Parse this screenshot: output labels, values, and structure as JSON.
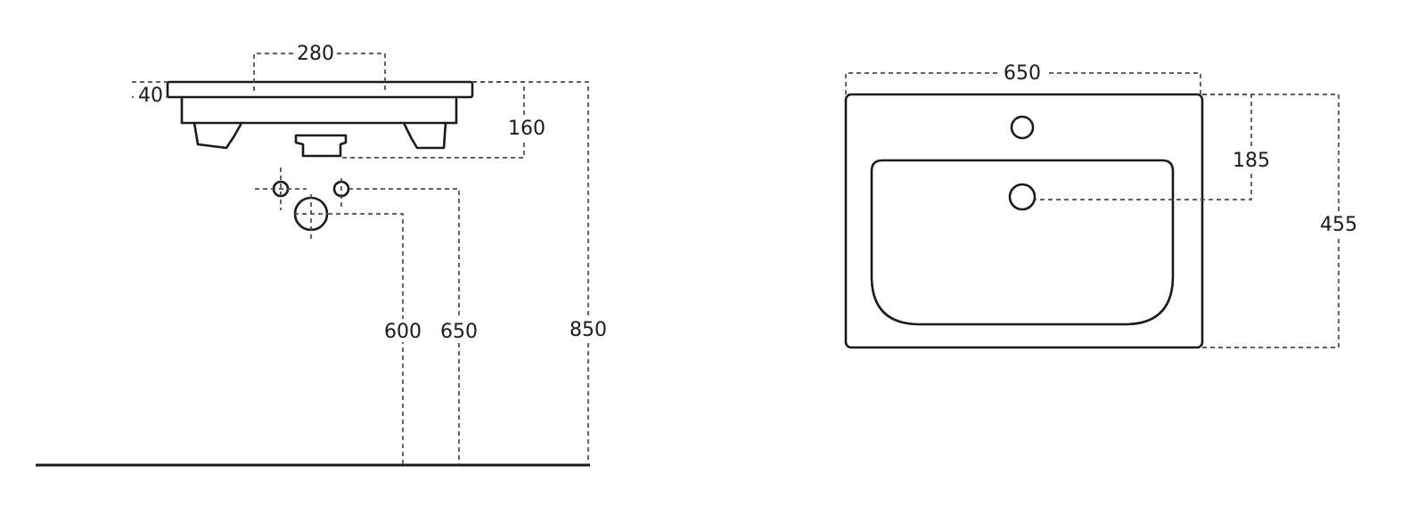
{
  "side_view": {
    "dimensions": {
      "tap_spacing": "280",
      "rim_thickness": "40",
      "basin_depth": "160",
      "water_inlet_height": "600",
      "drain_height": "650",
      "total_height": "850"
    }
  },
  "top_view": {
    "dimensions": {
      "width": "650",
      "tap_to_drain": "185",
      "depth": "455"
    }
  }
}
